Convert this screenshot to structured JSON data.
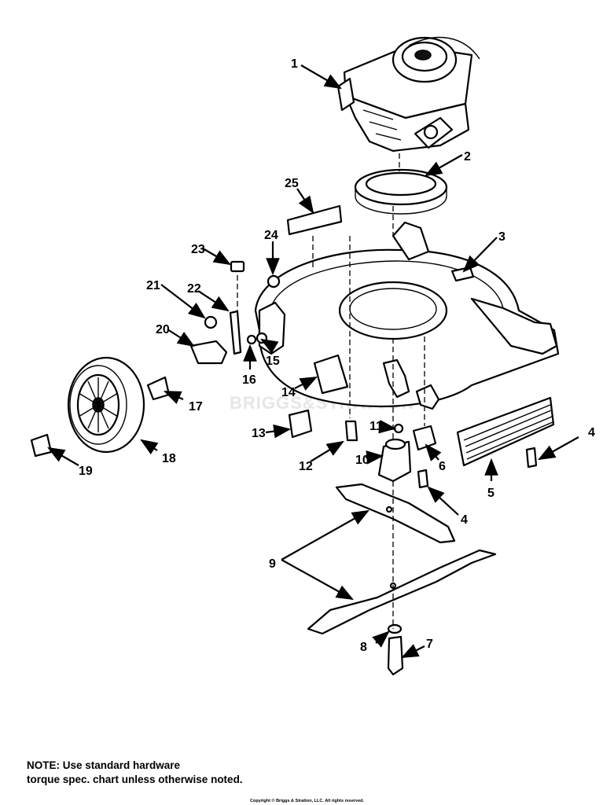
{
  "watermark": "BRIGGS&STRATTON",
  "callouts": [
    {
      "id": "c1",
      "label": "1"
    },
    {
      "id": "c2",
      "label": "2"
    },
    {
      "id": "c3",
      "label": "3"
    },
    {
      "id": "c4a",
      "label": "4"
    },
    {
      "id": "c4b",
      "label": "4"
    },
    {
      "id": "c5",
      "label": "5"
    },
    {
      "id": "c6",
      "label": "6"
    },
    {
      "id": "c7",
      "label": "7"
    },
    {
      "id": "c8",
      "label": "8"
    },
    {
      "id": "c9",
      "label": "9"
    },
    {
      "id": "c10",
      "label": "10"
    },
    {
      "id": "c11",
      "label": "11"
    },
    {
      "id": "c12",
      "label": "12"
    },
    {
      "id": "c13",
      "label": "13"
    },
    {
      "id": "c14",
      "label": "14"
    },
    {
      "id": "c15",
      "label": "15"
    },
    {
      "id": "c16",
      "label": "16"
    },
    {
      "id": "c17",
      "label": "17"
    },
    {
      "id": "c18",
      "label": "18"
    },
    {
      "id": "c19",
      "label": "19"
    },
    {
      "id": "c20",
      "label": "20"
    },
    {
      "id": "c21",
      "label": "21"
    },
    {
      "id": "c22",
      "label": "22"
    },
    {
      "id": "c23",
      "label": "23"
    },
    {
      "id": "c24",
      "label": "24"
    },
    {
      "id": "c25",
      "label": "25"
    }
  ],
  "note": {
    "line1": "NOTE: Use standard hardware",
    "line2": "torque spec. chart unless otherwise noted."
  },
  "copyright": "Copyright © Briggs & Stratton, LLC. All rights reserved."
}
